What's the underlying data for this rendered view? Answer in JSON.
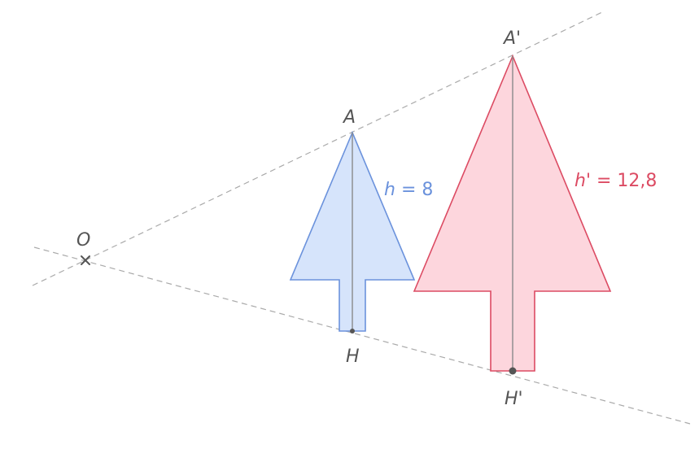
{
  "points": {
    "O": "O",
    "A": "A",
    "H": "H",
    "A_prime": "A'",
    "H_prime": "H'"
  },
  "measures": {
    "small": {
      "var": "h",
      "rest": " = 8"
    },
    "large": {
      "var": "h'",
      "rest": " = 12,8"
    }
  },
  "colors": {
    "small_fill": "#d6e4fb",
    "small_stroke": "#6b92dc",
    "large_fill": "#fdd6dd",
    "large_stroke": "#dc4b63",
    "construction": "#aaaaaa",
    "height_line": "#8a8a8a",
    "point": "#555555"
  }
}
